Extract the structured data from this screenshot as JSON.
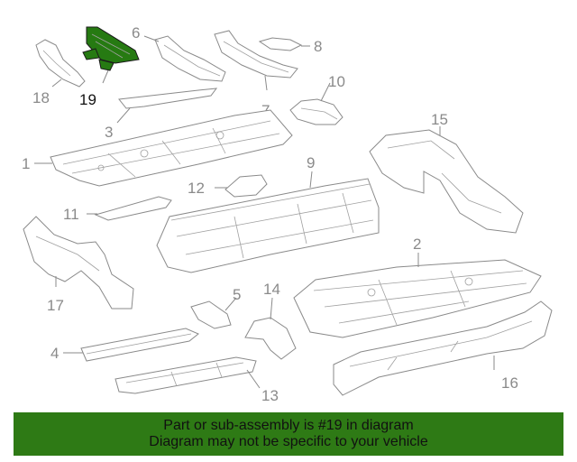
{
  "diagram": {
    "highlighted_part": "19",
    "callouts": [
      {
        "id": "1",
        "label": "1"
      },
      {
        "id": "2",
        "label": "2"
      },
      {
        "id": "3",
        "label": "3"
      },
      {
        "id": "4",
        "label": "4"
      },
      {
        "id": "5",
        "label": "5"
      },
      {
        "id": "6",
        "label": "6"
      },
      {
        "id": "7",
        "label": "7"
      },
      {
        "id": "8",
        "label": "8"
      },
      {
        "id": "9",
        "label": "9"
      },
      {
        "id": "10",
        "label": "10"
      },
      {
        "id": "11",
        "label": "11"
      },
      {
        "id": "12",
        "label": "12"
      },
      {
        "id": "13",
        "label": "13"
      },
      {
        "id": "14",
        "label": "14"
      },
      {
        "id": "15",
        "label": "15"
      },
      {
        "id": "16",
        "label": "16"
      },
      {
        "id": "17",
        "label": "17"
      },
      {
        "id": "18",
        "label": "18"
      },
      {
        "id": "19",
        "label": "19"
      }
    ],
    "colors": {
      "highlight": "#267a12",
      "banner": "#2e7a15",
      "linework": "#8a8a8a"
    }
  },
  "banner": {
    "line1": "Part or sub-assembly is #19 in diagram",
    "line2": "Diagram may not be specific to your vehicle"
  }
}
